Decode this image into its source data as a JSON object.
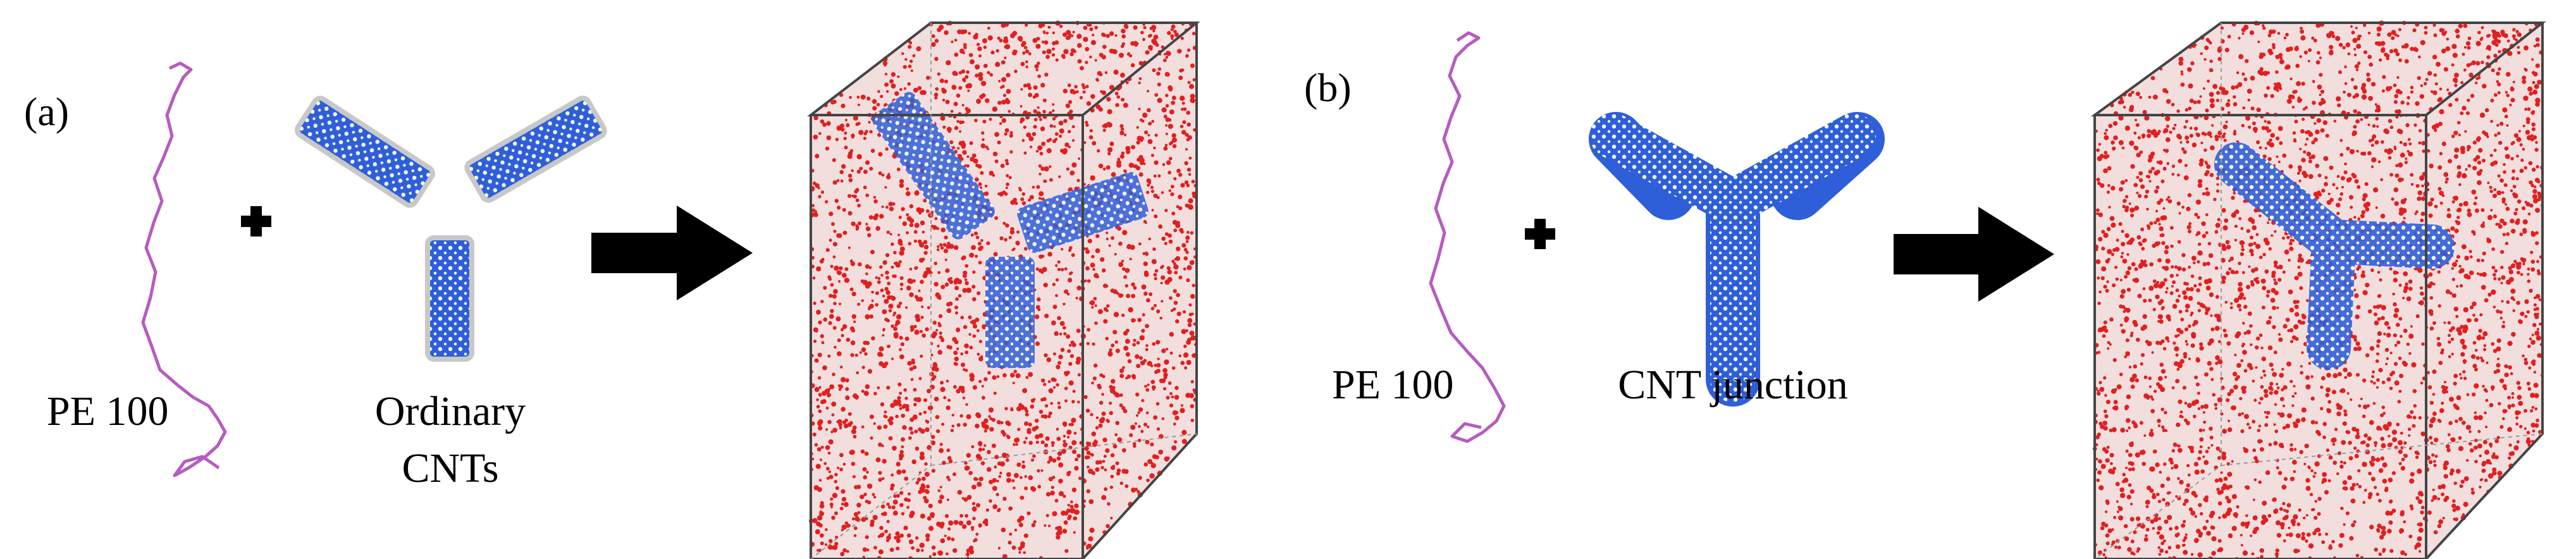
{
  "colors": {
    "polymer_chain": "#b65bc0",
    "cnt": "#2f5fd8",
    "cnt_end_atoms": "#c8c8c8",
    "matrix_atoms": "#e02020",
    "box_edges": "#444444",
    "arrow": "#000000"
  },
  "panels": [
    {
      "id": "a",
      "label": "(a)",
      "polymer_label": "PE 100",
      "filler_label_line1": "Ordinary",
      "filler_label_line2": "CNTs",
      "plus_symbol": "+",
      "result": "PE chains and three separate CNTs packed in a periodic simulation box"
    },
    {
      "id": "b",
      "label": "(b)",
      "polymer_label": "PE 100",
      "filler_label_line1": "CNT junction",
      "plus_symbol": "+",
      "result": "PE chains and a Y-shaped CNT junction packed in a periodic simulation box"
    }
  ]
}
